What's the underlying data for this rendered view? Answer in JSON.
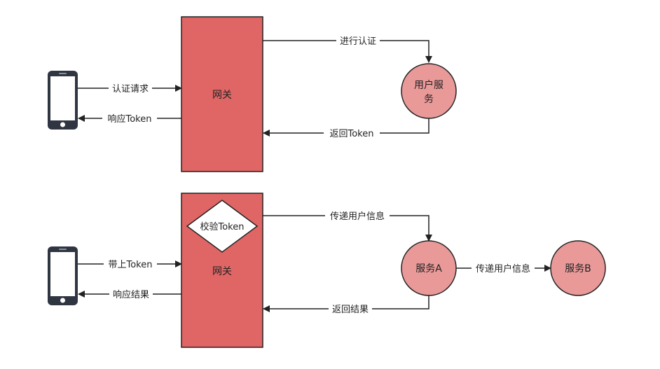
{
  "colors": {
    "gateway_fill": "#e06666",
    "service_fill": "#ea9999",
    "stroke": "#222222",
    "phone_body": "#2f3541",
    "phone_screen": "#ffffff"
  },
  "top": {
    "gateway_label": "网关",
    "user_service_line1": "用户服",
    "user_service_line2": "务",
    "auth_request": "认证请求",
    "response_token": "响应Token",
    "do_auth": "进行认证",
    "return_token": "返回Token"
  },
  "bottom": {
    "verify_token": "校验Token",
    "gateway_label": "网关",
    "with_token": "带上Token",
    "response_result": "响应结果",
    "pass_user_info": "传递用户信息",
    "service_a": "服务A",
    "pass_user_info_2": "传递用户信息",
    "service_b": "服务B",
    "return_result": "返回结果"
  }
}
